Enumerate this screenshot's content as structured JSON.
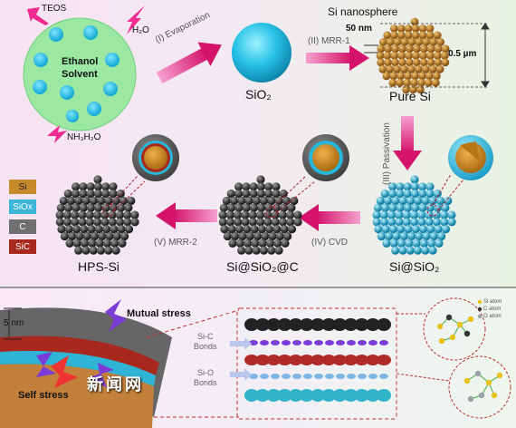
{
  "top": {
    "reagents": {
      "teos": "TEOS",
      "h2o": "H₂O",
      "ethanol": "Ethanol",
      "solvent": "Solvent",
      "nh3": "NH₃H₂O"
    },
    "steps": {
      "evaporation": "(I) Evaporation",
      "mrr1": "(II) MRR-1",
      "passivation": "(III) Passivation",
      "cvd": "(IV) CVD",
      "mrr2": "(V) MRR-2"
    },
    "products": {
      "sio2": "SiO₂",
      "pure_si": "Pure Si",
      "si_at_sio2": "Si@SiO₂",
      "si_sio2_c": "Si@SiO₂@C",
      "hps_si": "HPS-Si"
    },
    "nanosphere": {
      "title": "Si nanosphere",
      "size_small": "50 nm",
      "size_large": "0.5 µm"
    },
    "legend": [
      {
        "label": "Si",
        "color": "#c6892c",
        "text_color": "#222"
      },
      {
        "label": "SiOx",
        "color": "#3bb6d6",
        "text_color": "#fff"
      },
      {
        "label": "C",
        "color": "#6f6f6f",
        "text_color": "#fff"
      },
      {
        "label": "SiC",
        "color": "#a8281e",
        "text_color": "#fff"
      }
    ]
  },
  "bottom": {
    "thickness": "5 nm",
    "mutual_stress": "Mutual stress",
    "self_stress": "Self stress",
    "sic_bonds": [
      "Si-C",
      "Bonds"
    ],
    "sio_bonds": [
      "Si-O",
      "Bonds"
    ],
    "atom_legend": [
      {
        "label": "Si atom",
        "color": "#e8c21b"
      },
      {
        "label": "C atom",
        "color": "#333333"
      },
      {
        "label": "O atom",
        "color": "#9aa3a8"
      }
    ],
    "watermark": "新闻网"
  }
}
